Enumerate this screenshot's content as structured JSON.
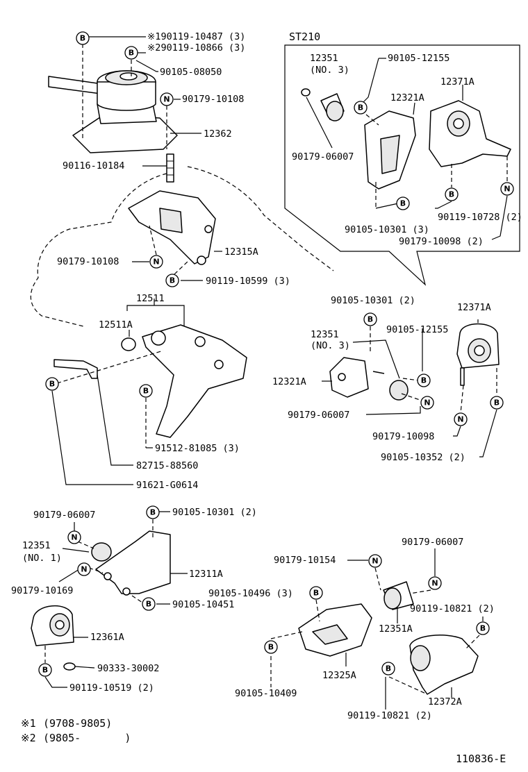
{
  "diagram": {
    "inset_title": "ST210",
    "catalog_number": "110836-E",
    "notes": [
      {
        "mark": "※1",
        "text": "(9708-9805)"
      },
      {
        "mark": "※2",
        "text": "(9805-       )"
      }
    ],
    "badges": {
      "b": "B",
      "n": "N"
    },
    "labels": {
      "p1": "※190119-10487 (3)",
      "p2": "※290119-10866 (3)",
      "p3": "90105-08050",
      "p4": "90179-10108",
      "p5": "12362",
      "p6": "90116-10184",
      "p7": "90179-10108",
      "p8": "12315A",
      "p9": "90119-10599 (3)",
      "p10": "12511",
      "p11": "12511A",
      "p12": "91512-81085 (3)",
      "p13": "82715-88560",
      "p14": "91621-G0614",
      "i1": "12351",
      "i2": "(NO. 3)",
      "i3": "90105-12155",
      "i4": "12371A",
      "i5": "12321A",
      "i6": "90179-06007",
      "i7": "90119-10728 (2)",
      "i8": "90105-10301 (3)",
      "i9": "90179-10098 (2)",
      "r1": "90105-10301 (2)",
      "r2": "12371A",
      "r3": "12351",
      "r4": "(NO. 3)",
      "r5": "90105-12155",
      "r6": "12321A",
      "r7": "90179-06007",
      "r8": "90179-10098",
      "r9": "90105-10352 (2)",
      "l1": "90179-06007",
      "l2": "90105-10301 (2)",
      "l3": "12351",
      "l4": "(NO. 1)",
      "l5": "12311A",
      "l6": "90179-10169",
      "l7": "90105-10451",
      "l8": "12361A",
      "l9": "90333-30002",
      "l10": "90119-10519 (2)",
      "b1": "90179-10154",
      "b2": "90179-06007",
      "b3": "90105-10496 (3)",
      "b4": "90119-10821 (2)",
      "b5": "12351A",
      "b6": "90105-10409",
      "b7": "12325A",
      "b8": "90119-10821 (2)",
      "b9": "12372A"
    }
  }
}
